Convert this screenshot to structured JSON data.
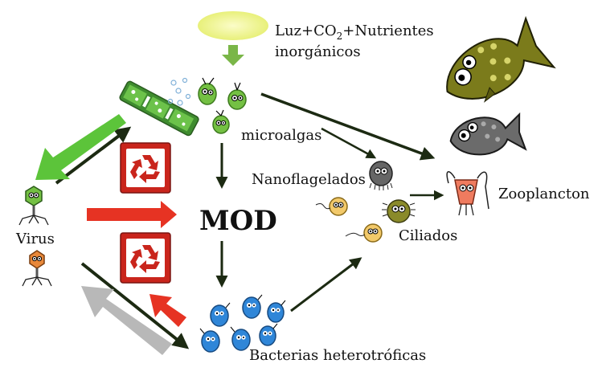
{
  "labels": {
    "light_line1": "Luz+CO",
    "light_sub": "2",
    "light_line1_rest": "+Nutrientes",
    "light_line2": "inorgánicos",
    "microalgae": "microalgas",
    "virus": "Virus",
    "mod": "MOD",
    "nanoflagellates": "Nanoflagelados",
    "ciliates": "Ciliados",
    "zooplankton": "Zooplancton",
    "bacteria": "Bacterias heterotróficas"
  },
  "icons": {
    "recycle_top": "recycle-icon",
    "recycle_bottom": "recycle-icon"
  },
  "colors": {
    "sun_yellow": "#f1f59a",
    "green_arrow": "#5cc43a",
    "red_arrow": "#e63323",
    "gray_arrow": "#b8b8b8",
    "dark_arrow": "#1c2a12",
    "recycle_red": "#c9251c",
    "algae_green": "#74c043",
    "bacteria_blue": "#2f86d8",
    "fish_olive": "#7b7b1b",
    "fish_gray": "#6b6b6b"
  }
}
